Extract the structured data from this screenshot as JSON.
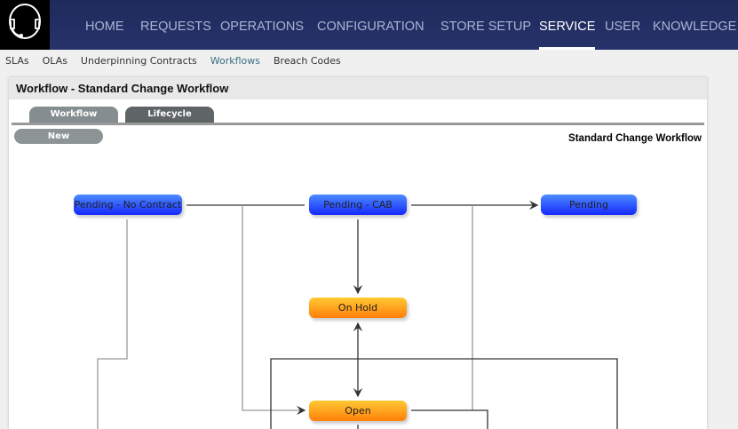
{
  "header": {
    "nav": [
      "HOME",
      "REQUESTS",
      "OPERATIONS",
      "CONFIGURATION",
      "STORE SETUP",
      "SERVICE",
      "USER",
      "KNOWLEDGE"
    ],
    "active": "SERVICE"
  },
  "subnav": [
    "SLAs",
    "OLAs",
    "Underpinning Contracts",
    "Workflows",
    "Breach Codes"
  ],
  "panel": {
    "title": "Workflow - Standard Change Workflow",
    "tabs": [
      "Workflow",
      "Lifecycle"
    ],
    "new_label": "New",
    "workflow_name": "Standard Change Workflow"
  },
  "nodes": {
    "pending_no_contract": "Pending - No Contract",
    "pending_cab": "Pending - CAB",
    "pending": "Pending",
    "on_hold": "On Hold",
    "open": "Open"
  },
  "colors": {
    "pending_state": "#1f4dff",
    "open_state": "#ff9a14",
    "nav_bg": "#222d60"
  }
}
